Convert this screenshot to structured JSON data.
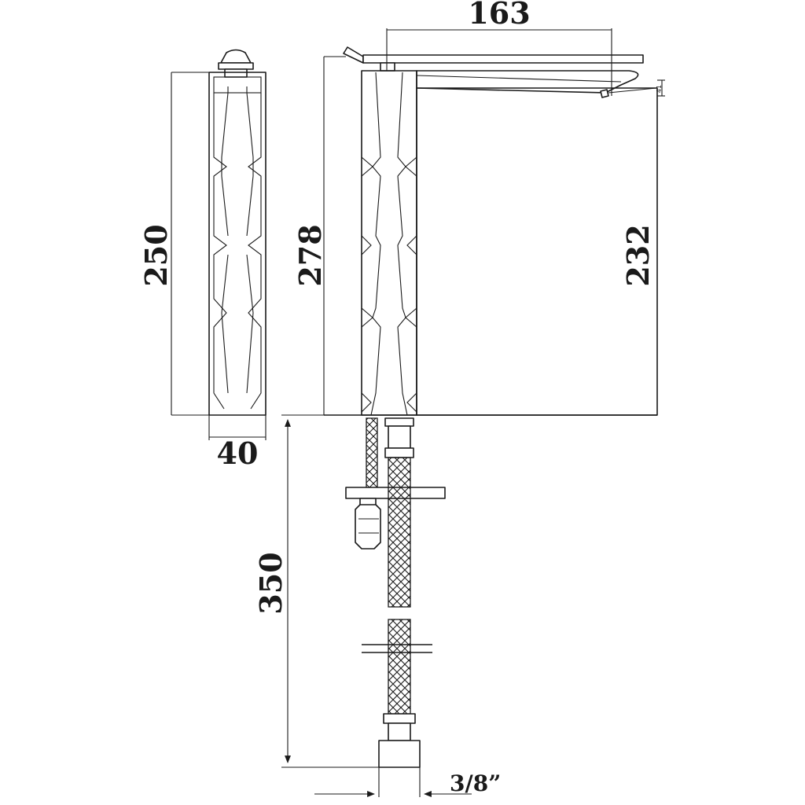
{
  "dimensions": {
    "overall_width": "163",
    "front_height": "250",
    "side_height": "278",
    "spout_height": "232",
    "body_width": "40",
    "hose_length": "350",
    "connector": "3/8”",
    "spout_small": "41"
  }
}
